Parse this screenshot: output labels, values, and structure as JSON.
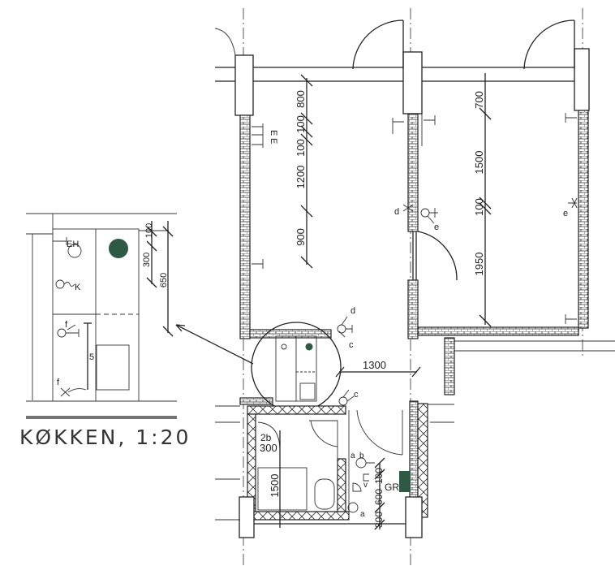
{
  "title": "KØKKEN, 1:20",
  "inset": {
    "labels": {
      "eh": "EH",
      "k": "K",
      "f1": "f",
      "f2": "f",
      "five": "5"
    },
    "dims": {
      "d100": "100",
      "d300": "300",
      "d650": "650"
    },
    "colors": {
      "equipment": "#2e5a45"
    }
  },
  "plan": {
    "left_room_dims": [
      "800",
      "100",
      "100",
      "1200",
      "900"
    ],
    "left_room_labels": {
      "e1": "E",
      "e2": "E"
    },
    "right_room_dims": [
      "700",
      "1500",
      "100",
      "1950"
    ],
    "middle_labels": {
      "d_top": "d",
      "c_top": "c",
      "c_bottom": "c",
      "d_wall": "d",
      "e_wall": "e",
      "e_right": "e"
    },
    "width_dim": "1300",
    "bath": {
      "dims": {
        "d300": "300",
        "d1500": "1500",
        "d600": "600",
        "d100": "100",
        "d300b": "300"
      },
      "labels": {
        "b2": "2b",
        "a": "a",
        "b": "b",
        "v": "v",
        "a2": "a",
        "gr": "GR"
      }
    }
  }
}
